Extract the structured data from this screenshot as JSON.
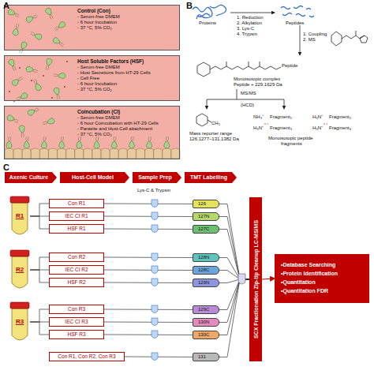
{
  "diagram": {
    "nodes": [
      {
        "text": [
          "Control (Con)",
          "- Serum-free DMEM",
          "- 6 hour Incubation",
          "- 37 °C, 5% CO₂"
        ]
      },
      {
        "text": [
          "Host Soluble Factors (HSF)",
          "- Serum-free DMEM",
          "- Host Secretions from HT-29 Cells",
          "- Cell Free",
          "- 6 hour Incubation",
          "- 37 °C, 5% CO₂"
        ]
      },
      {
        "text": [
          "Coincubation (CI)",
          "- Serum-free DMEM",
          "- 6 hour Coincubation with HT-29 Cells",
          "- Parasite and Host-Cell attachment",
          "- 37 °C, 5% CO₂"
        ]
      },
      {
        "text": [
          "Axenic Culture"
        ]
      },
      {
        "text": [
          "Host-Cell Model"
        ]
      },
      {
        "text": [
          "Sample Prep"
        ]
      },
      {
        "text": [
          "TMT Labelling"
        ]
      },
      {
        "text": [
          "R1"
        ]
      },
      {
        "text": [
          "R2"
        ]
      },
      {
        "text": [
          "R3"
        ]
      },
      {
        "text": [
          "Con R1"
        ]
      },
      {
        "text": [
          "IEC CI R1"
        ]
      },
      {
        "text": [
          "HSF R1"
        ]
      },
      {
        "text": [
          "Con R2"
        ]
      },
      {
        "text": [
          "IEC CI R2"
        ]
      },
      {
        "text": [
          "HSF R2"
        ]
      },
      {
        "text": [
          "Con R3"
        ]
      },
      {
        "text": [
          "IEC CI R3"
        ]
      },
      {
        "text": [
          "HSF R3"
        ]
      },
      {
        "text": [
          "Con R1, Con R2, Con R3"
        ]
      },
      {
        "text": [
          "126"
        ]
      },
      {
        "text": [
          "127N"
        ]
      },
      {
        "text": [
          "127C"
        ]
      },
      {
        "text": [
          "128N"
        ]
      },
      {
        "text": [
          "128C"
        ]
      },
      {
        "text": [
          "129N"
        ]
      },
      {
        "text": [
          "129C"
        ]
      },
      {
        "text": [
          "130N"
        ]
      },
      {
        "text": [
          "130C"
        ]
      },
      {
        "text": [
          "131"
        ]
      },
      {
        "text": [
          "SCX Fractionation Zip-tip Cleanup LC-MS/MS"
        ]
      },
      {
        "text": [
          "•Database Searching",
          "•Protein Identification",
          "•Quantitation",
          "•Quantitation FDR"
        ]
      }
    ],
    "edges": [
      {
        "from": 7,
        "to": 10,
        "arrow": "none"
      },
      {
        "from": 7,
        "to": 11,
        "arrow": "none"
      },
      {
        "from": 7,
        "to": 12,
        "arrow": "none"
      },
      {
        "from": 8,
        "to": 13,
        "arrow": "none"
      },
      {
        "from": 8,
        "to": 14,
        "arrow": "none"
      },
      {
        "from": 8,
        "to": 15,
        "arrow": "none"
      },
      {
        "from": 9,
        "to": 16,
        "arrow": "none"
      },
      {
        "from": 9,
        "to": 17,
        "arrow": "none"
      },
      {
        "from": 9,
        "to": 18,
        "arrow": "none"
      },
      {
        "from": 10,
        "to": 20,
        "arrow": "none"
      },
      {
        "from": 11,
        "to": 21,
        "arrow": "none"
      },
      {
        "from": 12,
        "to": 22,
        "arrow": "none"
      },
      {
        "from": 13,
        "to": 23,
        "arrow": "none"
      },
      {
        "from": 14,
        "to": 24,
        "arrow": "none"
      },
      {
        "from": 15,
        "to": 25,
        "arrow": "none"
      },
      {
        "from": 16,
        "to": 26,
        "arrow": "none"
      },
      {
        "from": 17,
        "to": 27,
        "arrow": "none"
      },
      {
        "from": 18,
        "to": 28,
        "arrow": "none"
      },
      {
        "from": 19,
        "to": 29,
        "arrow": "none"
      },
      {
        "from": 20,
        "to": 30,
        "arrow": "none"
      },
      {
        "from": 21,
        "to": 30,
        "arrow": "none"
      },
      {
        "from": 22,
        "to": 30,
        "arrow": "none"
      },
      {
        "from": 23,
        "to": 30,
        "arrow": "none"
      },
      {
        "from": 24,
        "to": 30,
        "arrow": "none"
      },
      {
        "from": 25,
        "to": 30,
        "arrow": "none"
      },
      {
        "from": 26,
        "to": 30,
        "arrow": "none"
      },
      {
        "from": 27,
        "to": 30,
        "arrow": "none"
      },
      {
        "from": 28,
        "to": 30,
        "arrow": "none"
      },
      {
        "from": 29,
        "to": 30,
        "arrow": "none"
      },
      {
        "from": 30,
        "to": 31,
        "arrow": "to"
      }
    ],
    "labels": [
      "A",
      "B",
      "C",
      "Proteins",
      "Peptides",
      "1. Reduction",
      "2. Alkylation",
      "3. Lys-C",
      "4. Trypsin",
      "1. Coupling",
      "2. MS",
      "Peptide",
      "Monoisotopic complex",
      "Peptide + 229.1629 Da",
      "MS/MS",
      "(HCD)",
      "Mass reporter range",
      "126.1277–131.1382 Da",
      "Monoisotopic peptide",
      "fragments",
      "Fragment₁",
      "Fragment₂",
      "Fragment₃",
      "Fragment₄",
      "NH₃⁺",
      "H₃N⁺",
      "H₃N⁺",
      "H₃N⁺",
      "CH₂",
      "Lys-C & Trypsin"
    ]
  }
}
